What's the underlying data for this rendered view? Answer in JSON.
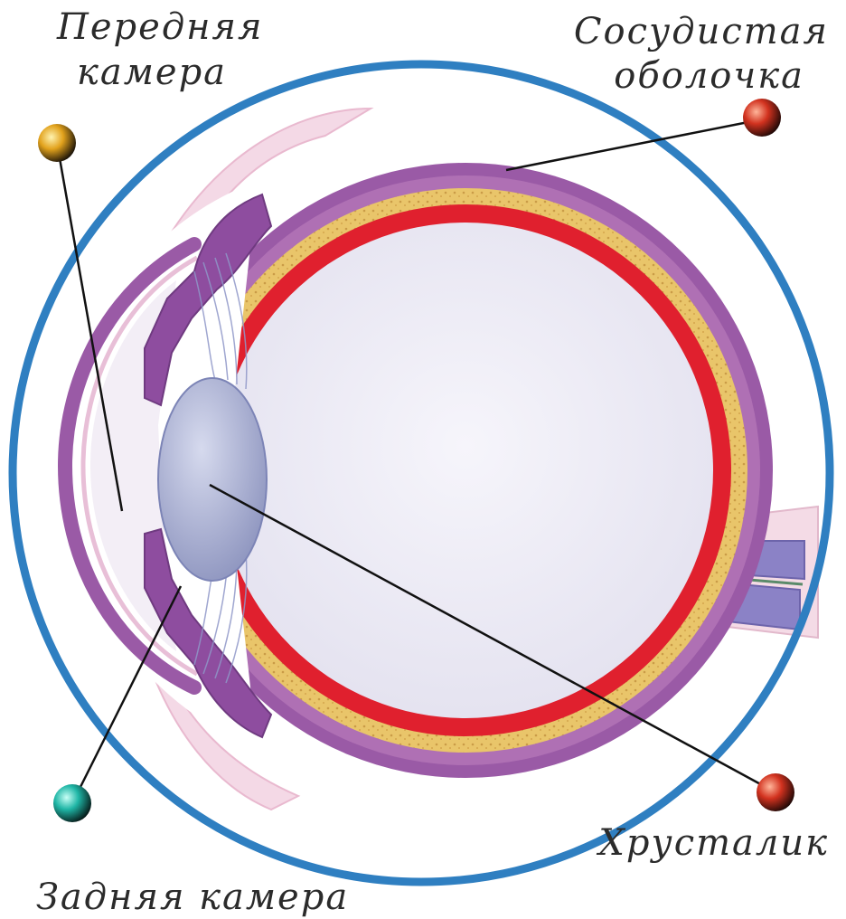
{
  "labels": {
    "anterior_chamber_line1": "Передняя",
    "anterior_chamber_line2": "камера",
    "choroid_line1": "Сосудистая",
    "choroid_line2": "оболочка",
    "lens": "Хрусталик",
    "posterior_chamber": "Задняя камера"
  },
  "colors": {
    "outer_ring": "#2f7fc1",
    "sclera": "#9a5aa6",
    "choroid": "#e9c56a",
    "retina": "#e0202e",
    "vitreous": "#eceaf4",
    "lens": "#aeb4d4",
    "marker_anterior": "#e0a020",
    "marker_choroid": "#d23a28",
    "marker_lens": "#c83222",
    "marker_posterior": "#20b8a8"
  }
}
